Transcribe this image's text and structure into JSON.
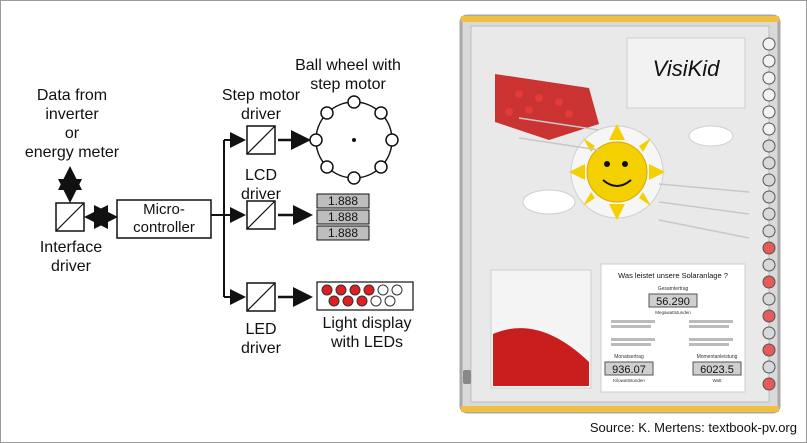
{
  "diagram": {
    "data_source_label": [
      "Data from",
      "inverter",
      "or",
      "energy meter"
    ],
    "interface_driver_label": [
      "Interface",
      "driver"
    ],
    "microcontroller_label": [
      "Micro-",
      "controller"
    ],
    "step_motor_driver_label": [
      "Step motor",
      "driver"
    ],
    "ball_wheel_label": [
      "Ball wheel with",
      "step motor"
    ],
    "lcd_driver_label": [
      "LCD",
      "driver"
    ],
    "lcd_values": [
      "1.888",
      "1.888",
      "1.888"
    ],
    "led_driver_label": [
      "LED",
      "driver"
    ],
    "light_display_label": [
      "Light display",
      "with LEDs"
    ],
    "led_states": [
      "red",
      "red",
      "red",
      "red",
      "white",
      "white",
      "red",
      "red",
      "red",
      "white",
      "white"
    ]
  },
  "photo": {
    "brand": "VisiKid",
    "info_title": "Was leistet unsere Solaranlage ?",
    "total_yield_caption": "Gesamtertrag",
    "total_yield_value": "56.290",
    "total_yield_unit": "Megawattstunden",
    "monthly_yield_caption": "Monatsertrag",
    "monthly_yield_value": "936.07",
    "monthly_yield_unit": "Kilowattstunden",
    "current_power_caption": "Momentanleistung",
    "current_power_value": "6023.5",
    "current_power_unit": "Watt"
  },
  "credit": "Source: K. Mertens: textbook-pv.org",
  "colors": {
    "lcd_bg": "#bdbdbd",
    "led_red": "#e02020",
    "panel_frame": "#f0c040",
    "sun": "#f5d000"
  }
}
